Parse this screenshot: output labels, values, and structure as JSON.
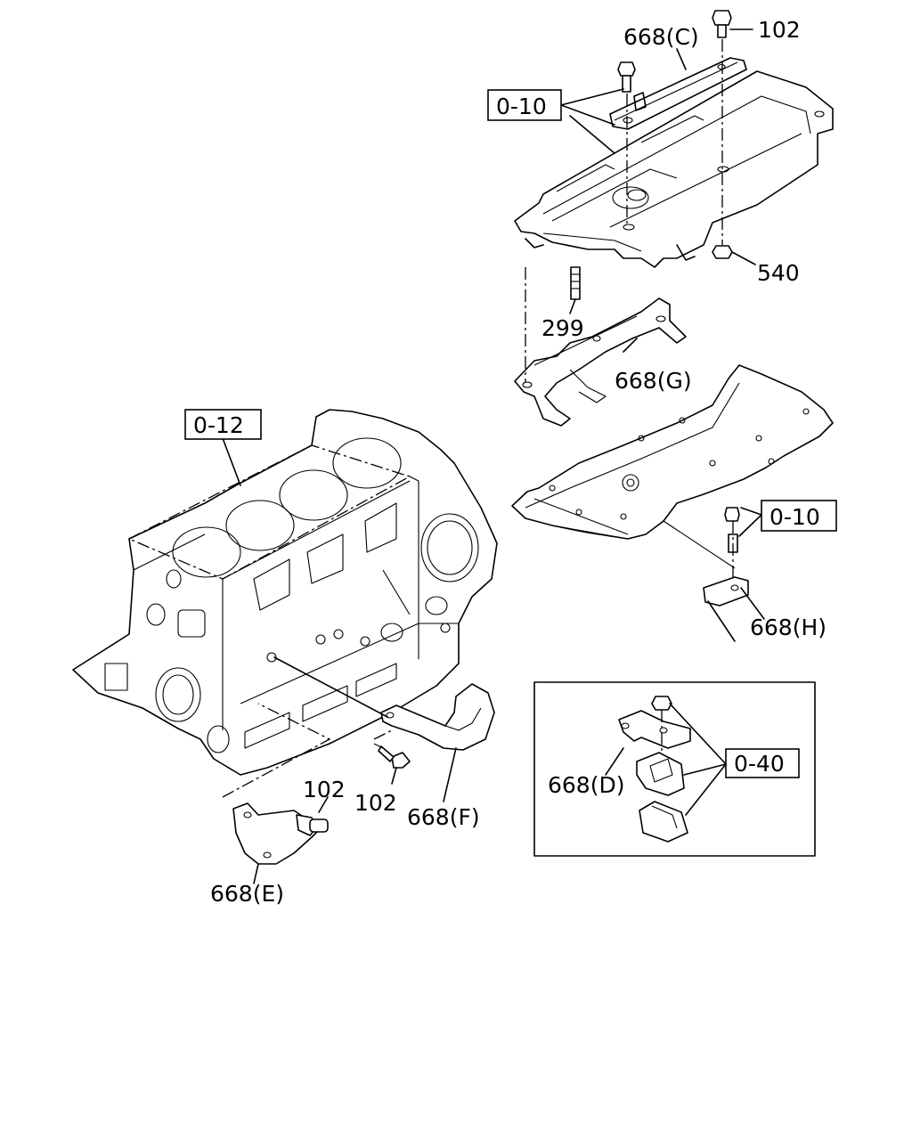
{
  "references": {
    "ref_0_10_top": "0-10",
    "ref_0_10_right": "0-10",
    "ref_0_12": "0-12",
    "ref_0_40": "0-40"
  },
  "parts": {
    "p668c": "668(C)",
    "p102_top": "102",
    "p540": "540",
    "p299": "299",
    "p668g": "668(G)",
    "p668h": "668(H)",
    "p668d": "668(D)",
    "p668f": "668(F)",
    "p102_mid": "102",
    "p102_low": "102",
    "p668e": "668(E)"
  }
}
